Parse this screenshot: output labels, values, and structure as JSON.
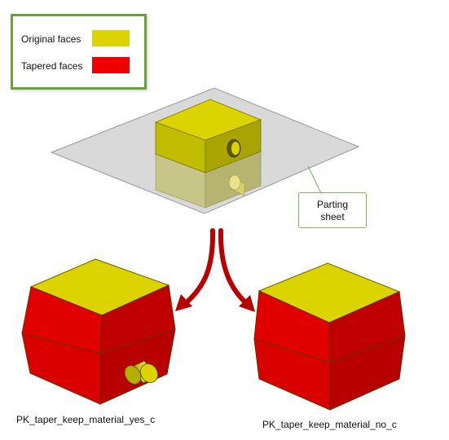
{
  "legend": {
    "items": [
      {
        "label": "Original faces",
        "color": "#dcd400"
      },
      {
        "label": "Tapered faces",
        "color": "#ee0000"
      }
    ]
  },
  "callout": {
    "line1": "Parting",
    "line2": "sheet"
  },
  "captions": {
    "left": "PK_taper_keep_material_yes_c",
    "right": "PK_taper_keep_material_no_c"
  },
  "colors": {
    "original_face": "#dcd400",
    "tapered_face": "#ee0000",
    "arrow": "#b80000",
    "legend_border": "#6aa23a",
    "sheet": "#d8d8d8"
  }
}
